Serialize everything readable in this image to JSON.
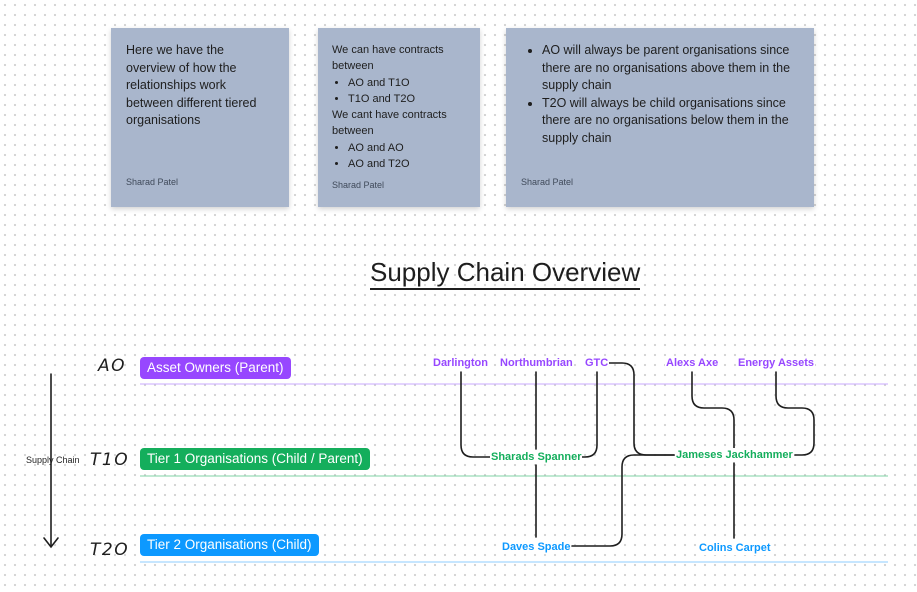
{
  "notes": [
    {
      "text": "Here we have the overview of how the relationships work between different tiered organisations",
      "author": "Sharad Patel"
    },
    {
      "intro": "We can have contracts between",
      "can": [
        "AO and T1O",
        "T1O and T2O"
      ],
      "cant_intro": "We cant have contracts between",
      "cant": [
        "AO and AO",
        "AO and T2O"
      ],
      "author": "Sharad Patel"
    },
    {
      "bullets": [
        "AO will always be parent organisations since there are no organisations above them in the supply chain",
        "T2O will always be child organisations since there are no organisations below them in the supply chain"
      ],
      "author": "Sharad Patel"
    }
  ],
  "title": "Supply Chain Overview",
  "axis_label": "Supply Chain",
  "tiers": [
    {
      "code": "AO",
      "label": "Asset Owners (Parent)",
      "color": "#9747ff"
    },
    {
      "code": "T1O",
      "label": "Tier 1 Organisations (Child / Parent)",
      "color": "#14ae5c"
    },
    {
      "code": "T2O",
      "label": "Tier 2 Organisations (Child)",
      "color": "#0d99ff"
    }
  ],
  "organisations": {
    "darlington": "Darlington",
    "northumbrian": "Northumbrian",
    "gtc": "GTC",
    "alexs_axe": "Alexs Axe",
    "energy_assets": "Energy Assets",
    "sharads_spanner": "Sharads Spanner",
    "jameses_jackhammer": "Jameses Jackhammer",
    "daves_spade": "Daves Spade",
    "colins_carpet": "Colins Carpet"
  }
}
